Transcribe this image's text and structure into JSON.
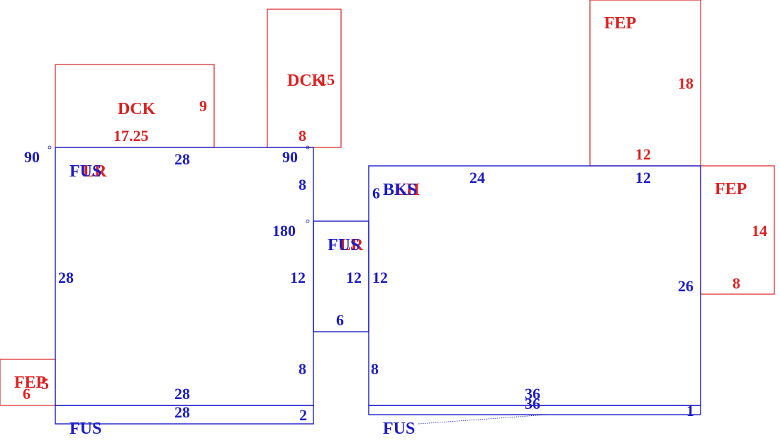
{
  "colors": {
    "blue": "#1c1cc9",
    "red": "#dd2020",
    "background": "#ffffff"
  },
  "blue_shapes": {
    "left_main": {
      "label": "FUS",
      "dims": [
        "28",
        "28",
        "90",
        "8",
        "180",
        "12",
        "8",
        "28"
      ],
      "corner": "90"
    },
    "left_strip": {
      "dims": [
        "28",
        "2"
      ],
      "label": "FUS"
    },
    "connector": {
      "label": "FUS",
      "dims": [
        "12",
        "6"
      ]
    },
    "right_main": {
      "label": "BKS",
      "dims": [
        "24",
        "12",
        "6",
        "12",
        "26",
        "8",
        "36"
      ]
    },
    "right_strip": {
      "dims": [
        "36",
        "1"
      ],
      "label": "FUS"
    }
  },
  "red_shapes": {
    "left_main_overlay": "LR",
    "connector_overlay": "LR",
    "right_main_overlay": "LH",
    "dck_left": {
      "label": "DCK",
      "dims": [
        "9",
        "17.25"
      ]
    },
    "dck_right": {
      "label": "DCK",
      "dims": [
        "15",
        "8"
      ]
    },
    "fep_top": {
      "label": "FEP",
      "dims": [
        "18",
        "12"
      ]
    },
    "fep_right": {
      "label": "FEP",
      "dims": [
        "14",
        "8"
      ]
    },
    "fep_left": {
      "label": "FEP",
      "dims": [
        "5",
        "6"
      ]
    }
  }
}
